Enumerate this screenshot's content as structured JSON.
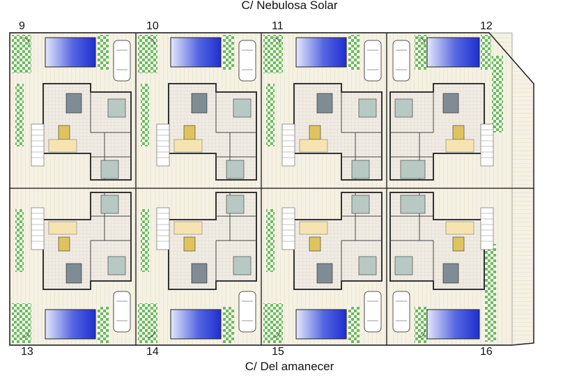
{
  "streets": {
    "top": "C/ Nebulosa Solar",
    "bottom": "C/ Del amanecer"
  },
  "lots": {
    "top": [
      "9",
      "10",
      "11",
      "12"
    ],
    "bottom": [
      "13",
      "14",
      "15",
      "16"
    ]
  },
  "colors": {
    "pool": "#2e3fd6",
    "pool_light": "#c8d0f5",
    "garden": "#6dbb5a",
    "deck": "#f3efe0",
    "wall": "#444444"
  }
}
